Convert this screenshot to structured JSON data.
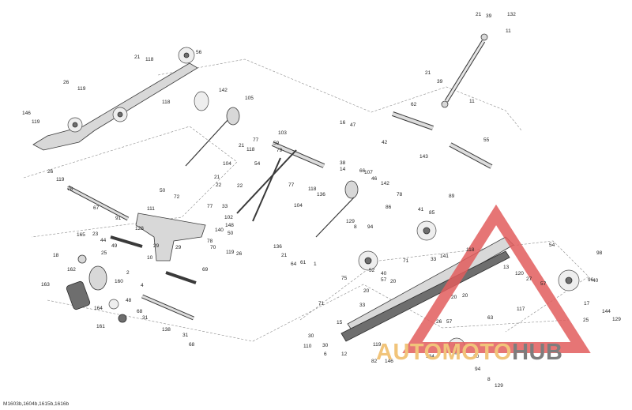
{
  "drawing_code": "M1603b,1604b,1615b,1616b",
  "watermark": {
    "part1": "AUTOMOTO",
    "part2": "HUB",
    "color_triangle": "#e25d5d",
    "color_text1": "#f1c47a",
    "color_text2": "#7d7d7d"
  },
  "callouts": [
    "21",
    "39",
    "132",
    "11",
    "56",
    "21",
    "118",
    "26",
    "119",
    "118",
    "142",
    "105",
    "146",
    "119",
    "21",
    "39",
    "11",
    "62",
    "16",
    "47",
    "103",
    "42",
    "143",
    "55",
    "21",
    "118",
    "77",
    "59",
    "79",
    "104",
    "54",
    "38",
    "14",
    "66",
    "107",
    "46",
    "142",
    "136",
    "118",
    "77",
    "22",
    "21",
    "26",
    "119",
    "78",
    "50",
    "72",
    "22",
    "77",
    "33",
    "89",
    "78",
    "86",
    "67",
    "91",
    "111",
    "140",
    "102",
    "148",
    "104",
    "41",
    "85",
    "50",
    "129",
    "8",
    "94",
    "165",
    "23",
    "128",
    "44",
    "49",
    "10",
    "29",
    "29",
    "78",
    "70",
    "119",
    "26",
    "136",
    "21",
    "64",
    "61",
    "1",
    "18",
    "25",
    "54",
    "98",
    "52",
    "40",
    "71",
    "33",
    "141",
    "13",
    "120",
    "27",
    "57",
    "118",
    "75",
    "57",
    "20",
    "162",
    "160",
    "4",
    "69",
    "2",
    "163",
    "164",
    "48",
    "68",
    "31",
    "161",
    "138",
    "31",
    "68",
    "71",
    "33",
    "20",
    "20",
    "117",
    "96",
    "40",
    "144",
    "17",
    "25",
    "129",
    "110",
    "30",
    "30",
    "6",
    "119",
    "12",
    "15",
    "26",
    "57",
    "82",
    "146",
    "20",
    "63",
    "134",
    "20",
    "94",
    "8",
    "129"
  ]
}
